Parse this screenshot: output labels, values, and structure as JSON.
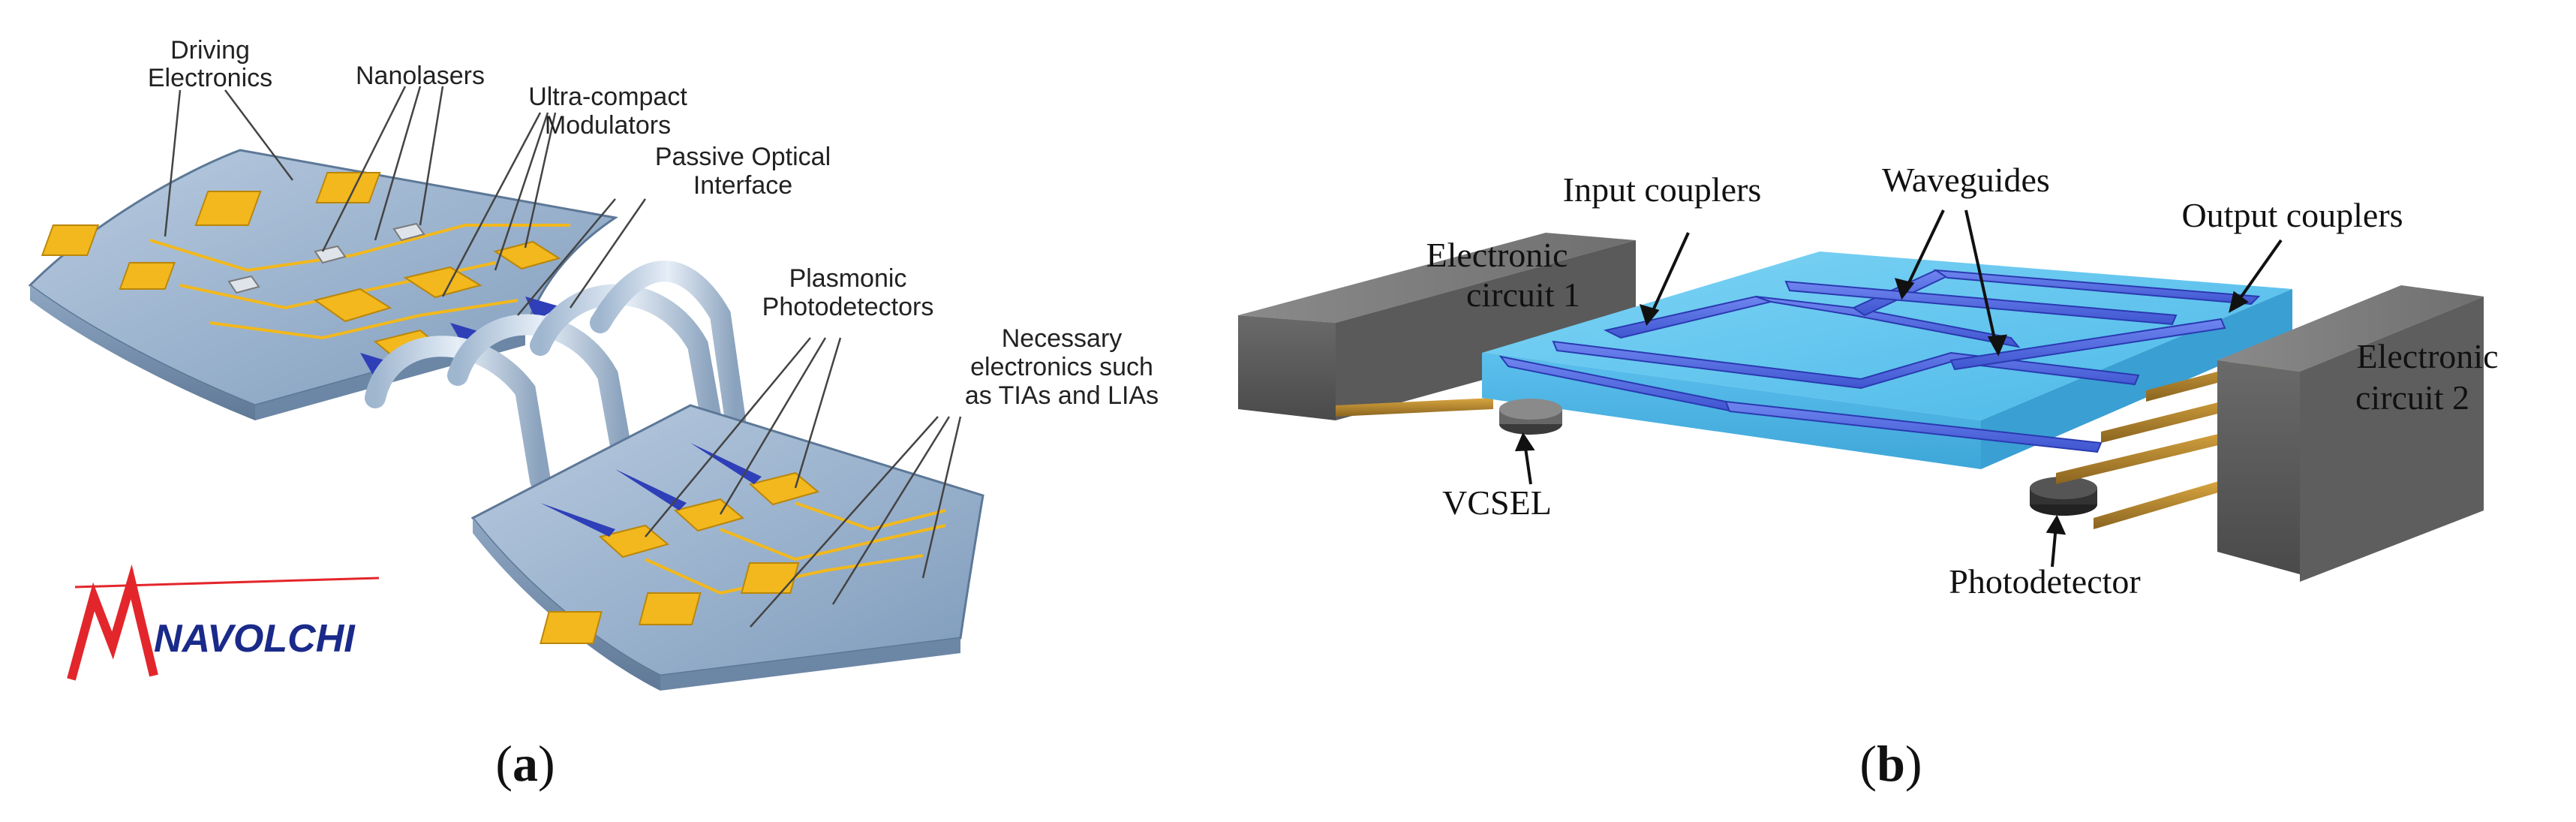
{
  "panel_a": {
    "labels": {
      "driving_1": "Driving",
      "driving_2": "Electronics",
      "nanolasers": "Nanolasers",
      "modulators_1": "Ultra-compact",
      "modulators_2": "Modulators",
      "passive_1": "Passive Optical",
      "passive_2": "Interface",
      "plasmonic_1": "Plasmonic",
      "plasmonic_2": "Photodetectors",
      "necessary_1": "Necessary",
      "necessary_2": "electronics such",
      "necessary_3": "as TIAs and LIAs"
    },
    "logo_text": "NAVOLCHI",
    "caption_open": "(",
    "caption_letter": "a",
    "caption_close": ")"
  },
  "panel_b": {
    "labels": {
      "input_couplers": "Input couplers",
      "waveguides": "Waveguides",
      "output_couplers": "Output couplers",
      "electronic_1_l1": "Electronic",
      "electronic_1_l2": "circuit 1",
      "electronic_2_l1": "Electronic",
      "electronic_2_l2": "circuit 2",
      "vcsel": "VCSEL",
      "photodetector": "Photodetector"
    },
    "caption_open": "(",
    "caption_letter": "b",
    "caption_close": ")"
  },
  "colors": {
    "chip_blue": "#8aa6c4",
    "gold": "#f2b81d",
    "waveguide_blue": "#2f3fb8",
    "slab_cyan": "#66c7ef",
    "block_gray": "#6b6b6b",
    "logo_red": "#e3262b"
  }
}
